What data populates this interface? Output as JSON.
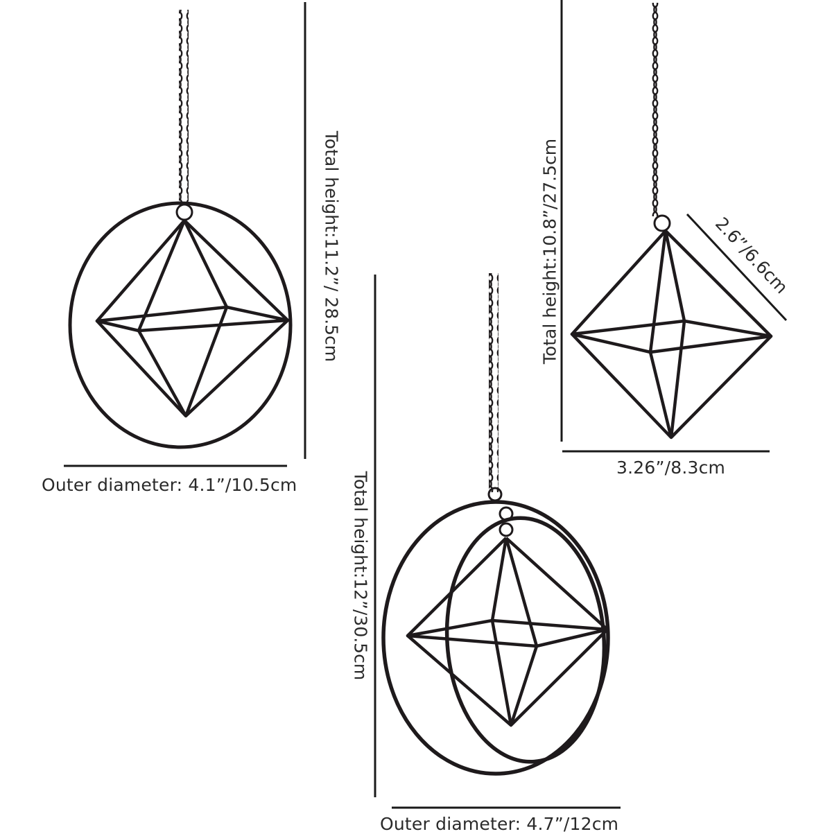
{
  "hangers": [
    {
      "name": "single-ring-hanger",
      "width_label": "Outer diameter: 4.1”/10.5cm",
      "height_label": "Total height:11.2”/ 28.5cm"
    },
    {
      "name": "double-ring-hanger",
      "width_label": "Outer diameter: 4.7”/12cm",
      "height_label": "Total height:12”/30.5cm"
    },
    {
      "name": "octahedron-hanger",
      "width_label": "3.26”/8.3cm",
      "height_label": "Total height:10.8”/27.5cm",
      "edge_label": "2.6”/6.6cm"
    }
  ],
  "colors": {
    "metal": "#1e1a1c",
    "dimension_line": "#1a1a1a",
    "text": "#2a2a2a"
  }
}
